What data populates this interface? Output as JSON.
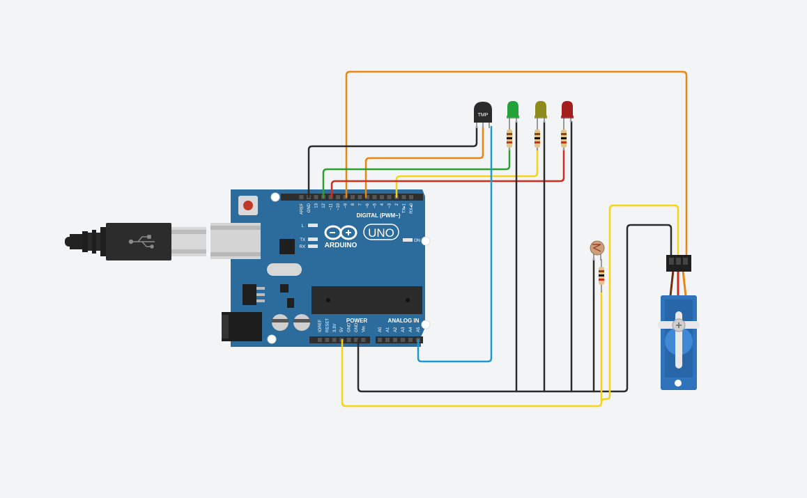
{
  "board": {
    "brand": "ARDUINO",
    "model": "UNO",
    "digital_header": "DIGITAL (PWM~)",
    "power_header": "POWER",
    "analog_header": "ANALOG IN",
    "led_l": "L",
    "led_tx": "TX",
    "led_rx": "RX",
    "led_on": "ON",
    "digital_pins": [
      "AREF",
      "GND",
      "13",
      "12",
      "~11",
      "~10",
      "~9",
      "8",
      "7",
      "~6",
      "~5",
      "4",
      "~3",
      "2",
      "TX▸1",
      "RX◂0"
    ],
    "power_pins": [
      "IOREF",
      "RESET",
      "3.3V",
      "5V",
      "GND",
      "GND",
      "Vin"
    ],
    "analog_pins": [
      "A0",
      "A1",
      "A2",
      "A3",
      "A4",
      "A5"
    ]
  },
  "sensor": {
    "label": "TMP"
  },
  "colors": {
    "board": "#2c6c9c",
    "wire_orange": "#e8860f",
    "wire_green": "#2ca02c",
    "wire_yellow": "#f5d417",
    "wire_red": "#d62a1e",
    "wire_black": "#2b2b2b",
    "wire_blue": "#1b9ad1",
    "led_green": "#23a23a",
    "led_olive": "#8f8a1c",
    "led_red": "#a31d1d",
    "servo": "#2f73bd"
  },
  "icons": [
    "usb-cable-icon",
    "usb-symbol-icon",
    "arduino-infinity-logo-icon"
  ]
}
